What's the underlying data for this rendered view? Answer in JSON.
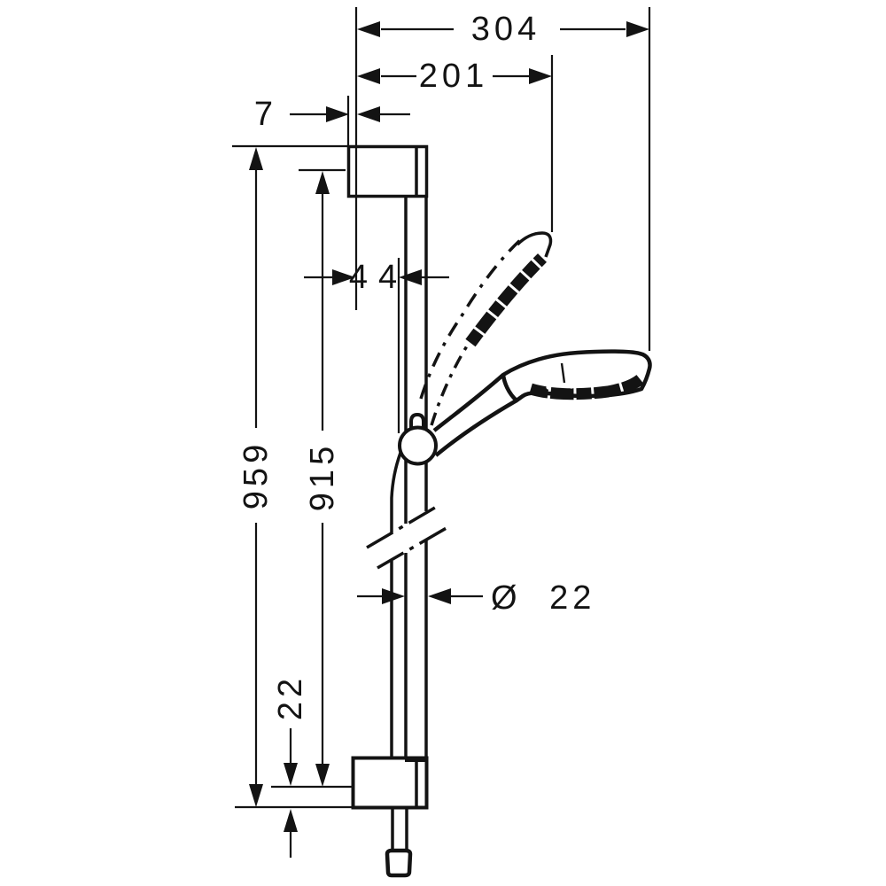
{
  "diagram": {
    "description_colors": {
      "ink": "#131313",
      "background": "#ffffff"
    },
    "dimensions": {
      "top_reach_total": "304",
      "top_reach_head": "201",
      "wall_plate_offset": "7",
      "bar_axis_offset": "44",
      "height_total": "959",
      "height_bar": "915",
      "bar_diameter": "Ø 22",
      "bottom_offset": "22"
    }
  }
}
